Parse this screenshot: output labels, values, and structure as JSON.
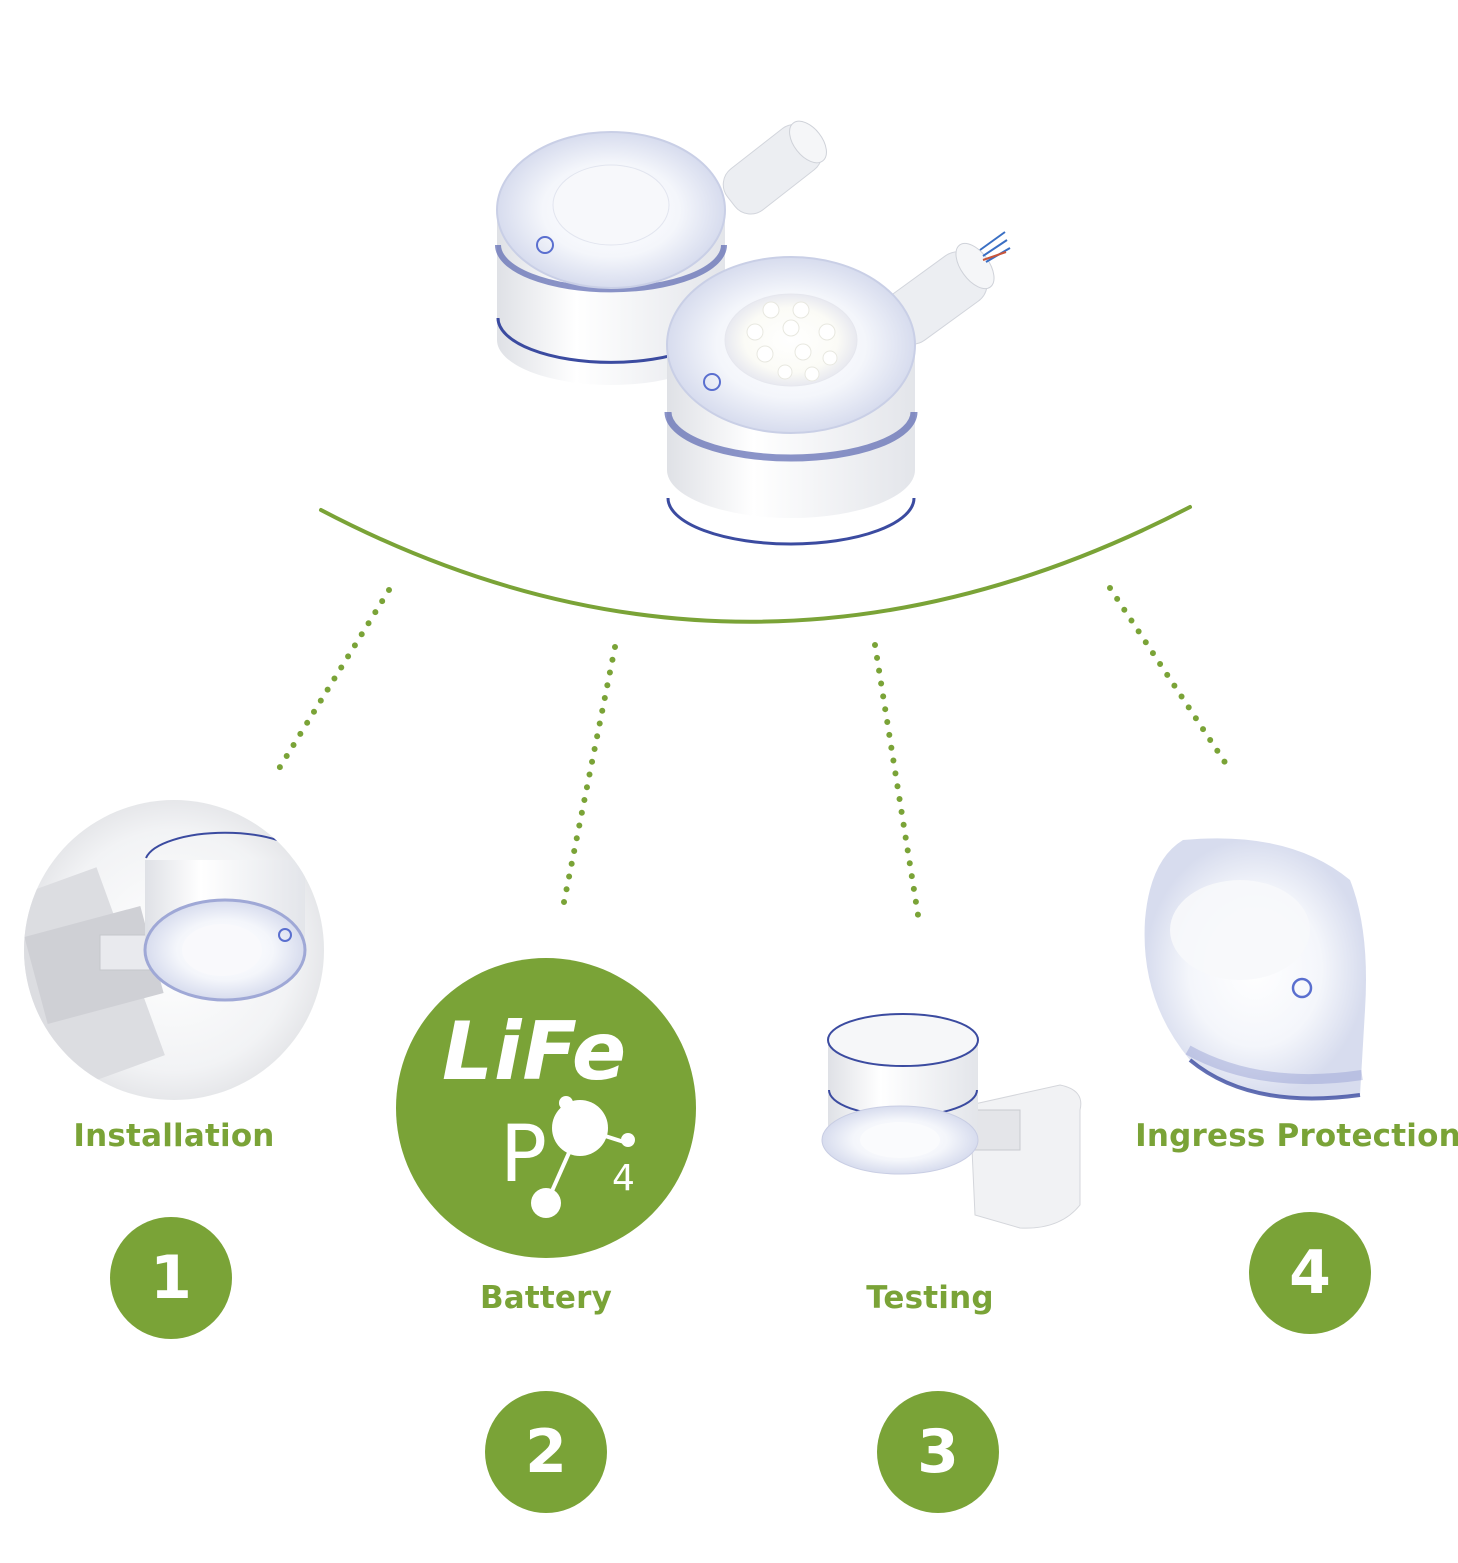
{
  "accent_color": "#7aa337",
  "features": [
    {
      "label": "Installation",
      "number": "1",
      "image_icon": "wall-mounted-sensor-photo"
    },
    {
      "label": "Battery",
      "number": "2",
      "logo_text": "LiFe",
      "formula_letter": "P",
      "formula_subscript": "4",
      "image_icon": "lifepo4-logo"
    },
    {
      "label": "Testing",
      "number": "3",
      "image_icon": "sensor-on-bracket-photo"
    },
    {
      "label": "Ingress Protection",
      "number": "4",
      "image_icon": "sensor-lens-closeup-photo"
    }
  ],
  "hero": {
    "image_icon": "twin-led-sensor-lights-photo"
  }
}
